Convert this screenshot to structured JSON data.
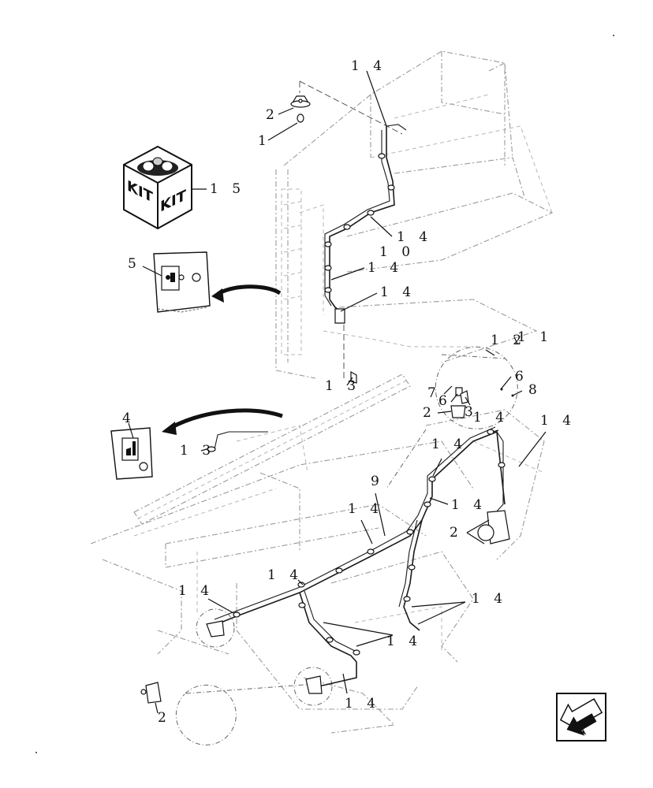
{
  "callouts": {
    "c14_top": "1 4",
    "c2_top": "2",
    "c1_top": "1",
    "c15": "1 5",
    "c14_a": "1 4",
    "c10": "1 0",
    "c14_b": "1 4",
    "c5": "5",
    "c14_c": "1 4",
    "c12": "1 2",
    "c11": "1 1",
    "c6_right": "6",
    "c8": "8",
    "c7": "7",
    "c6_inset": "6",
    "c3": "3",
    "c2_inset": "2",
    "c13_mid": "1 3",
    "c14_r1": "1 4",
    "c14_r2": "1 4",
    "c4": "4",
    "c13_left": "1 3",
    "c14_mid": "1 4",
    "c9": "9",
    "c14_r3": "1 4",
    "c14_l1": "1 4",
    "c2_right": "2",
    "c14_l2": "1 4",
    "c14_right_low": "1 4",
    "c14_bottom_mid": "1 4",
    "c14_bottom": "1 4",
    "c2_bottom": "2"
  },
  "kit": {
    "label_front": "KIT",
    "label_side": "KIT"
  }
}
